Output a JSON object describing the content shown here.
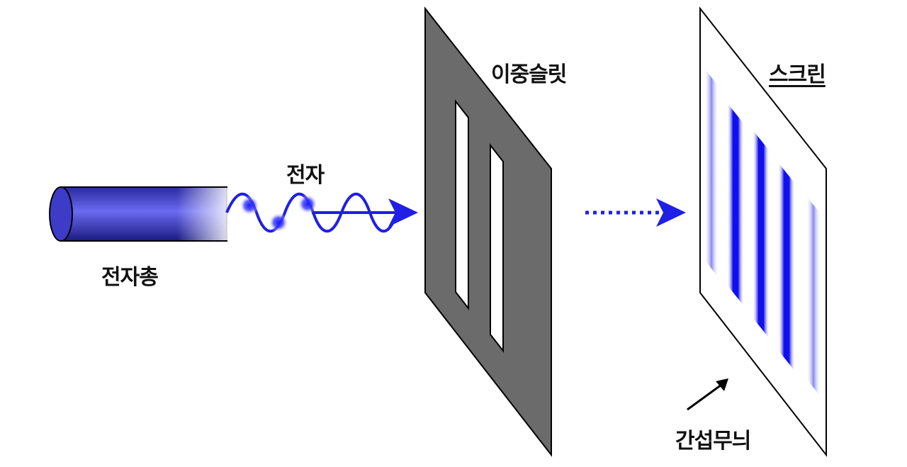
{
  "labels": {
    "electron_gun": "전자총",
    "electron": "전자",
    "double_slit": "이중슬릿",
    "screen": "스크린",
    "interference_pattern": "간섭무늬"
  },
  "colors": {
    "wave_blue": "#1f1fe6",
    "gun_dark": "#2a2a9e",
    "gun_light": "#5a5ae8",
    "slit_plate": "#6b6b6b",
    "fringe_blue": "#1010ee",
    "outline": "#000000"
  }
}
